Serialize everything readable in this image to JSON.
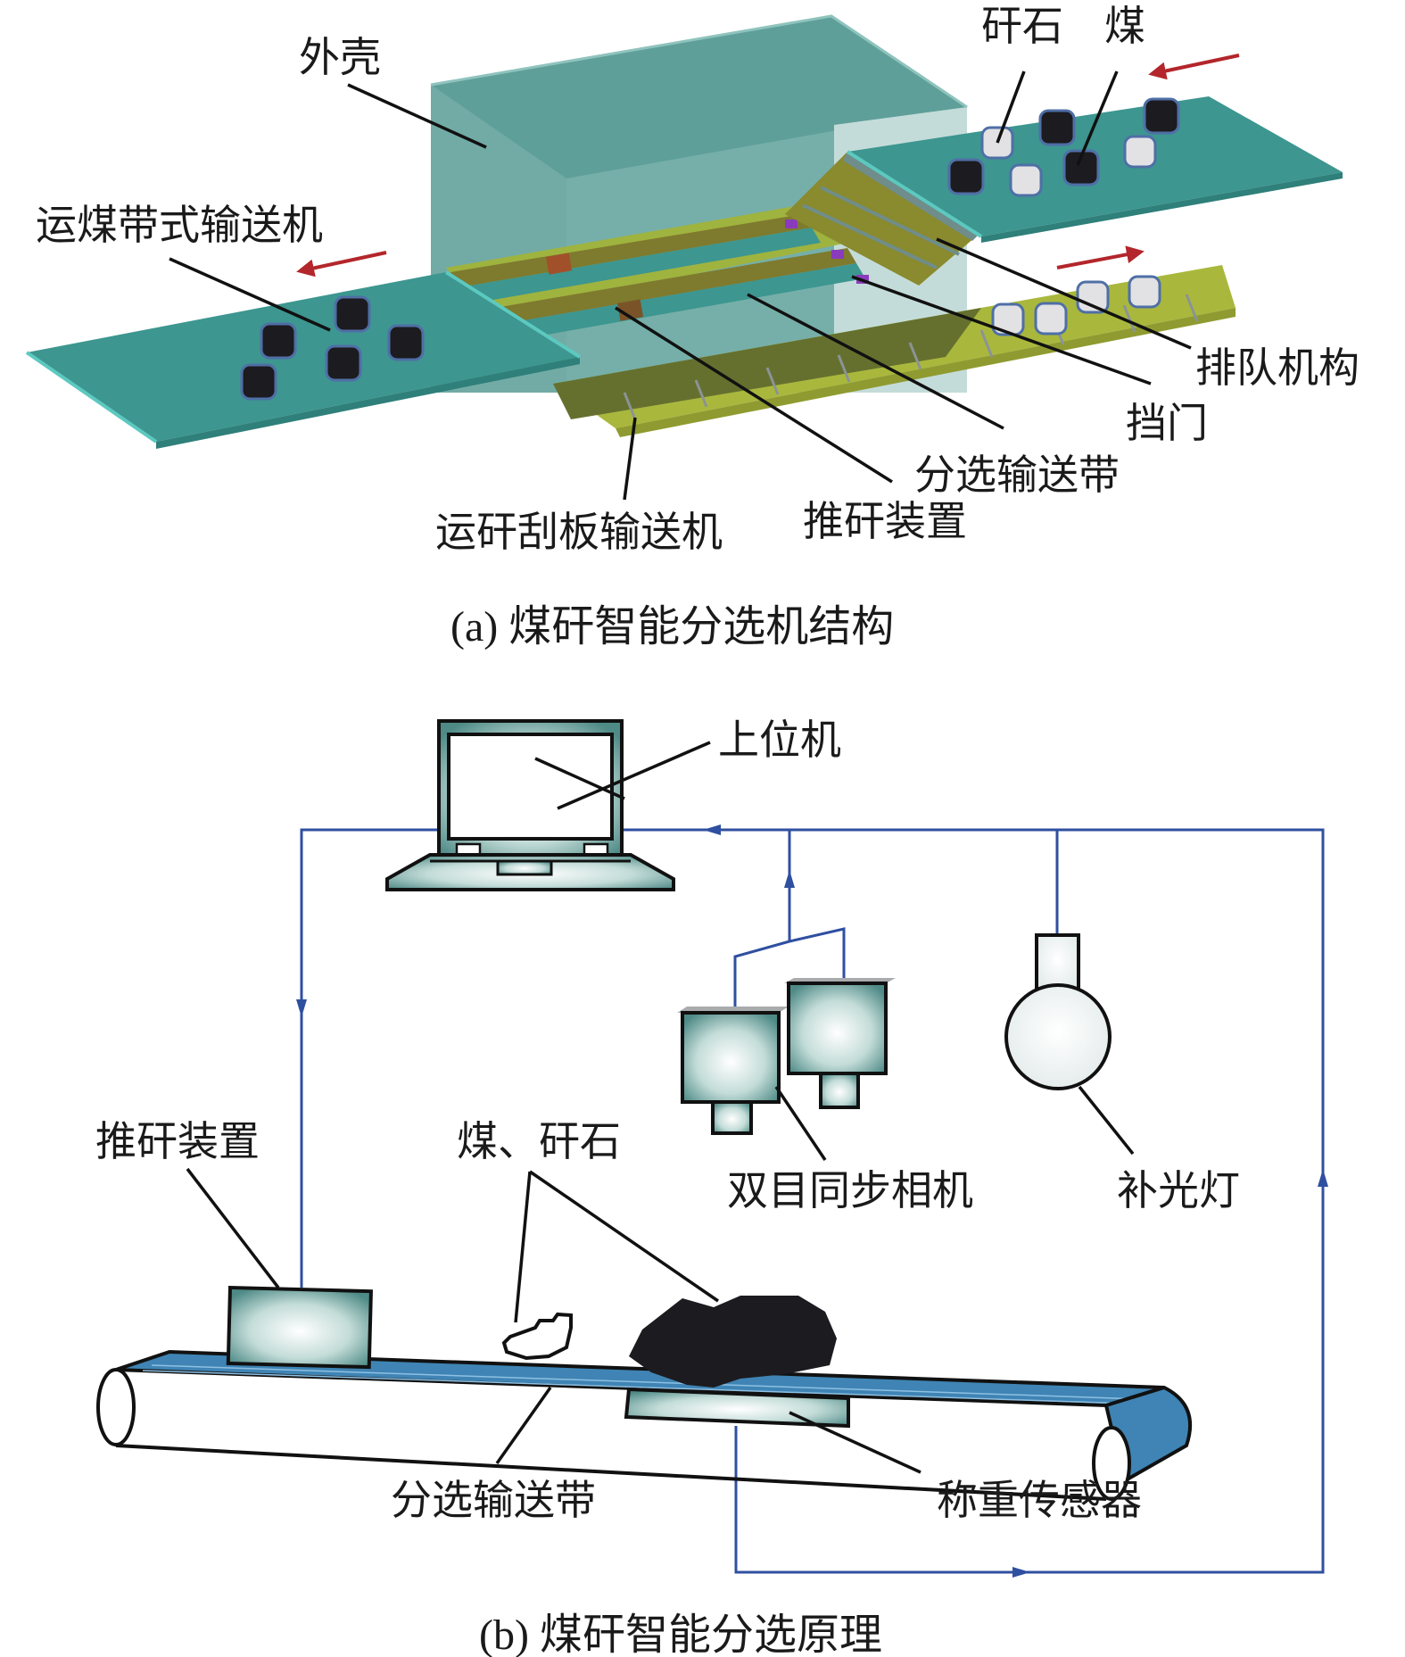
{
  "figure_a": {
    "caption": "(a) 煤矸智能分选机结构",
    "labels": {
      "shell": "外壳",
      "coal_conveyor": "运煤带式输送机",
      "gangue": "矸石",
      "coal": "煤",
      "queue_mechanism": "排队机构",
      "gate": "挡门",
      "sorting_belt": "分选输送带",
      "push_device": "推矸装置",
      "gangue_scraper_conveyor": "运矸刮板输送机"
    }
  },
  "figure_b": {
    "caption": "(b) 煤矸智能分选原理",
    "labels": {
      "host_computer": "上位机",
      "push_device": "推矸装置",
      "coal_gangue": "煤、矸石",
      "binocular_camera": "双目同步相机",
      "fill_light": "补光灯",
      "sorting_belt": "分选输送带",
      "weighing_sensor": "称重传感器"
    }
  },
  "colors": {
    "belt_teal": "#3d9690",
    "shell_teal": "#5f9f9a",
    "olive": "#8a8a2e",
    "yellow_green": "#a9b83c",
    "arrow_red": "#b3262b",
    "coal": "#1c1b1f",
    "gangue": "#e2e2e4",
    "wire_blue": "#2f4fa0",
    "belt_blue": "#3f84b4"
  }
}
